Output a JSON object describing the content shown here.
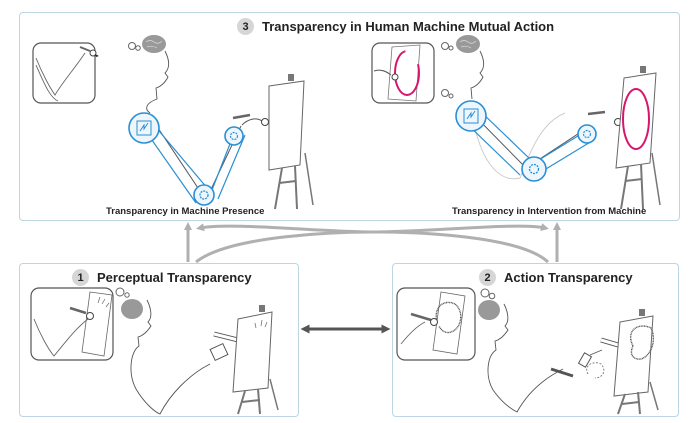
{
  "panels": {
    "mutual_action": {
      "number": "3",
      "title": "Transparency in Human Machine Mutual Action",
      "left_caption": "Transparency in Machine Presence",
      "right_caption": "Transparency in Intervention from Machine"
    },
    "perceptual": {
      "number": "1",
      "title": "Perceptual  Transparency"
    },
    "action": {
      "number": "2",
      "title": "Action Transparency"
    }
  },
  "colors": {
    "machine_blue": "#2a8fd4",
    "stroke_circle_pink": "#d6166e",
    "panel_border": "#bcd6e3",
    "arrow_gray": "#b0b0b0",
    "dark_arrow": "#555555",
    "badge_gray": "#d6d6d6"
  }
}
